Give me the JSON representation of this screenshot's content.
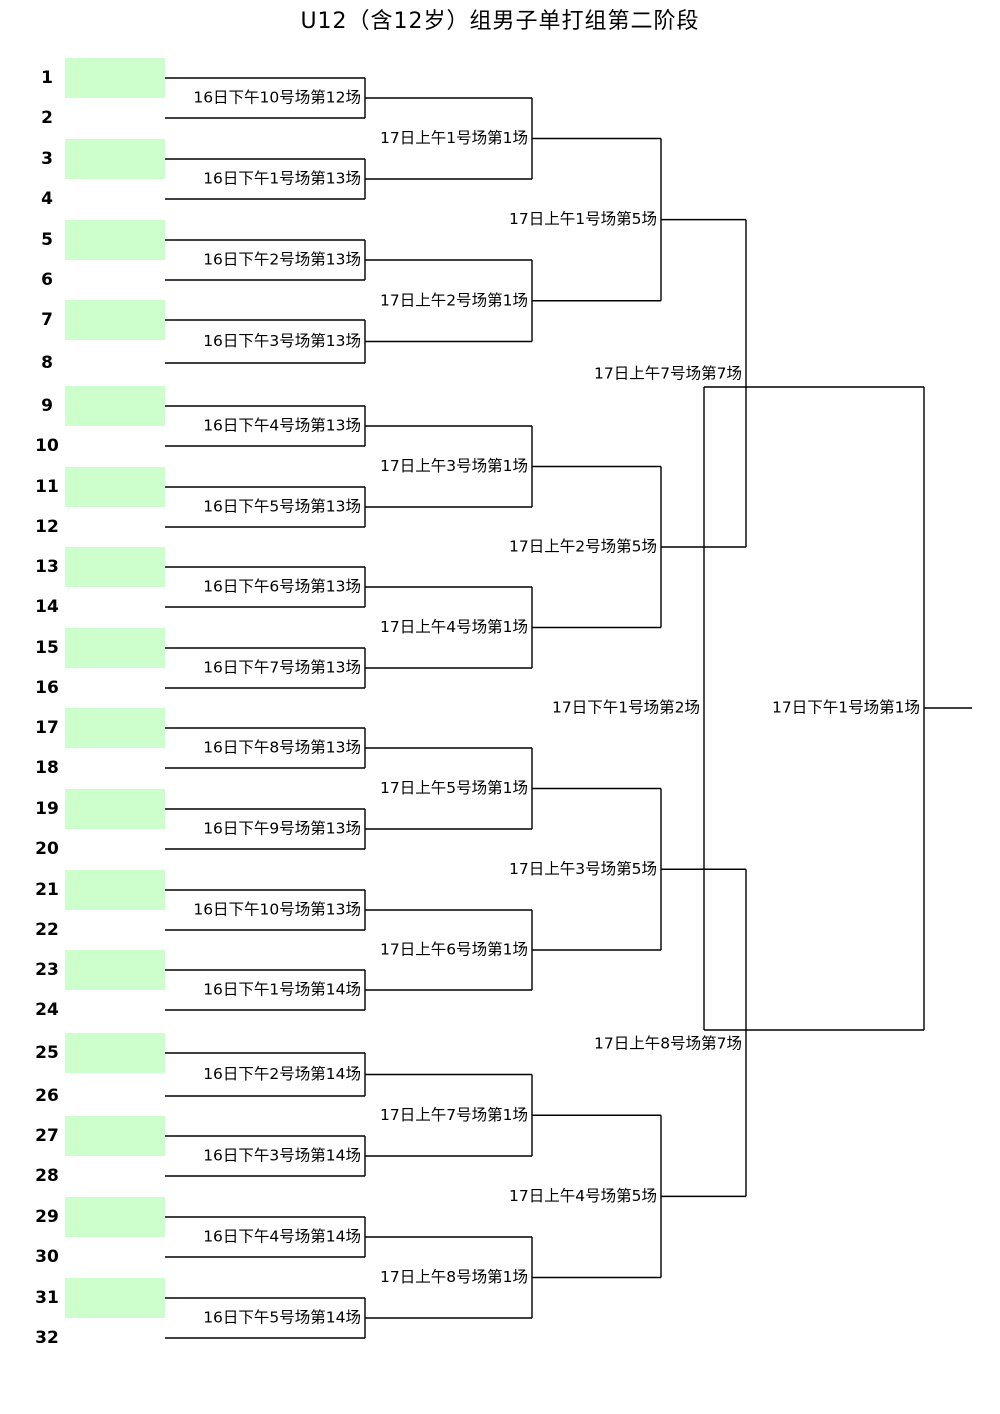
{
  "title": "U12（含12岁）组男子单打组第二阶段",
  "colors": {
    "line": "#000000",
    "slot_fill": "#ccffcc"
  },
  "seeds": [
    "1",
    "2",
    "3",
    "4",
    "5",
    "6",
    "7",
    "8",
    "9",
    "10",
    "11",
    "12",
    "13",
    "14",
    "15",
    "16",
    "17",
    "18",
    "19",
    "20",
    "21",
    "22",
    "23",
    "24",
    "25",
    "26",
    "27",
    "28",
    "29",
    "30",
    "31",
    "32"
  ],
  "rounds": {
    "round1": [
      "16日下午10号场第12场",
      "16日下午1号场第13场",
      "16日下午2号场第13场",
      "16日下午3号场第13场",
      "16日下午4号场第13场",
      "16日下午5号场第13场",
      "16日下午6号场第13场",
      "16日下午7号场第13场",
      "16日下午8号场第13场",
      "16日下午9号场第13场",
      "16日下午10号场第13场",
      "16日下午1号场第14场",
      "16日下午2号场第14场",
      "16日下午3号场第14场",
      "16日下午4号场第14场",
      "16日下午5号场第14场"
    ],
    "round2": [
      "17日上午1号场第1场",
      "17日上午2号场第1场",
      "17日上午3号场第1场",
      "17日上午4号场第1场",
      "17日上午5号场第1场",
      "17日上午6号场第1场",
      "17日上午7号场第1场",
      "17日上午8号场第1场"
    ],
    "quarterfinal": [
      "17日上午1号场第5场",
      "17日上午2号场第5场",
      "17日上午3号场第5场",
      "17日上午4号场第5场"
    ],
    "semifinal": [
      "17日上午7号场第7场",
      "17日上午8号场第7场"
    ],
    "third_place": "17日下午1号场第2场",
    "final": "17日下午1号场第1场"
  }
}
